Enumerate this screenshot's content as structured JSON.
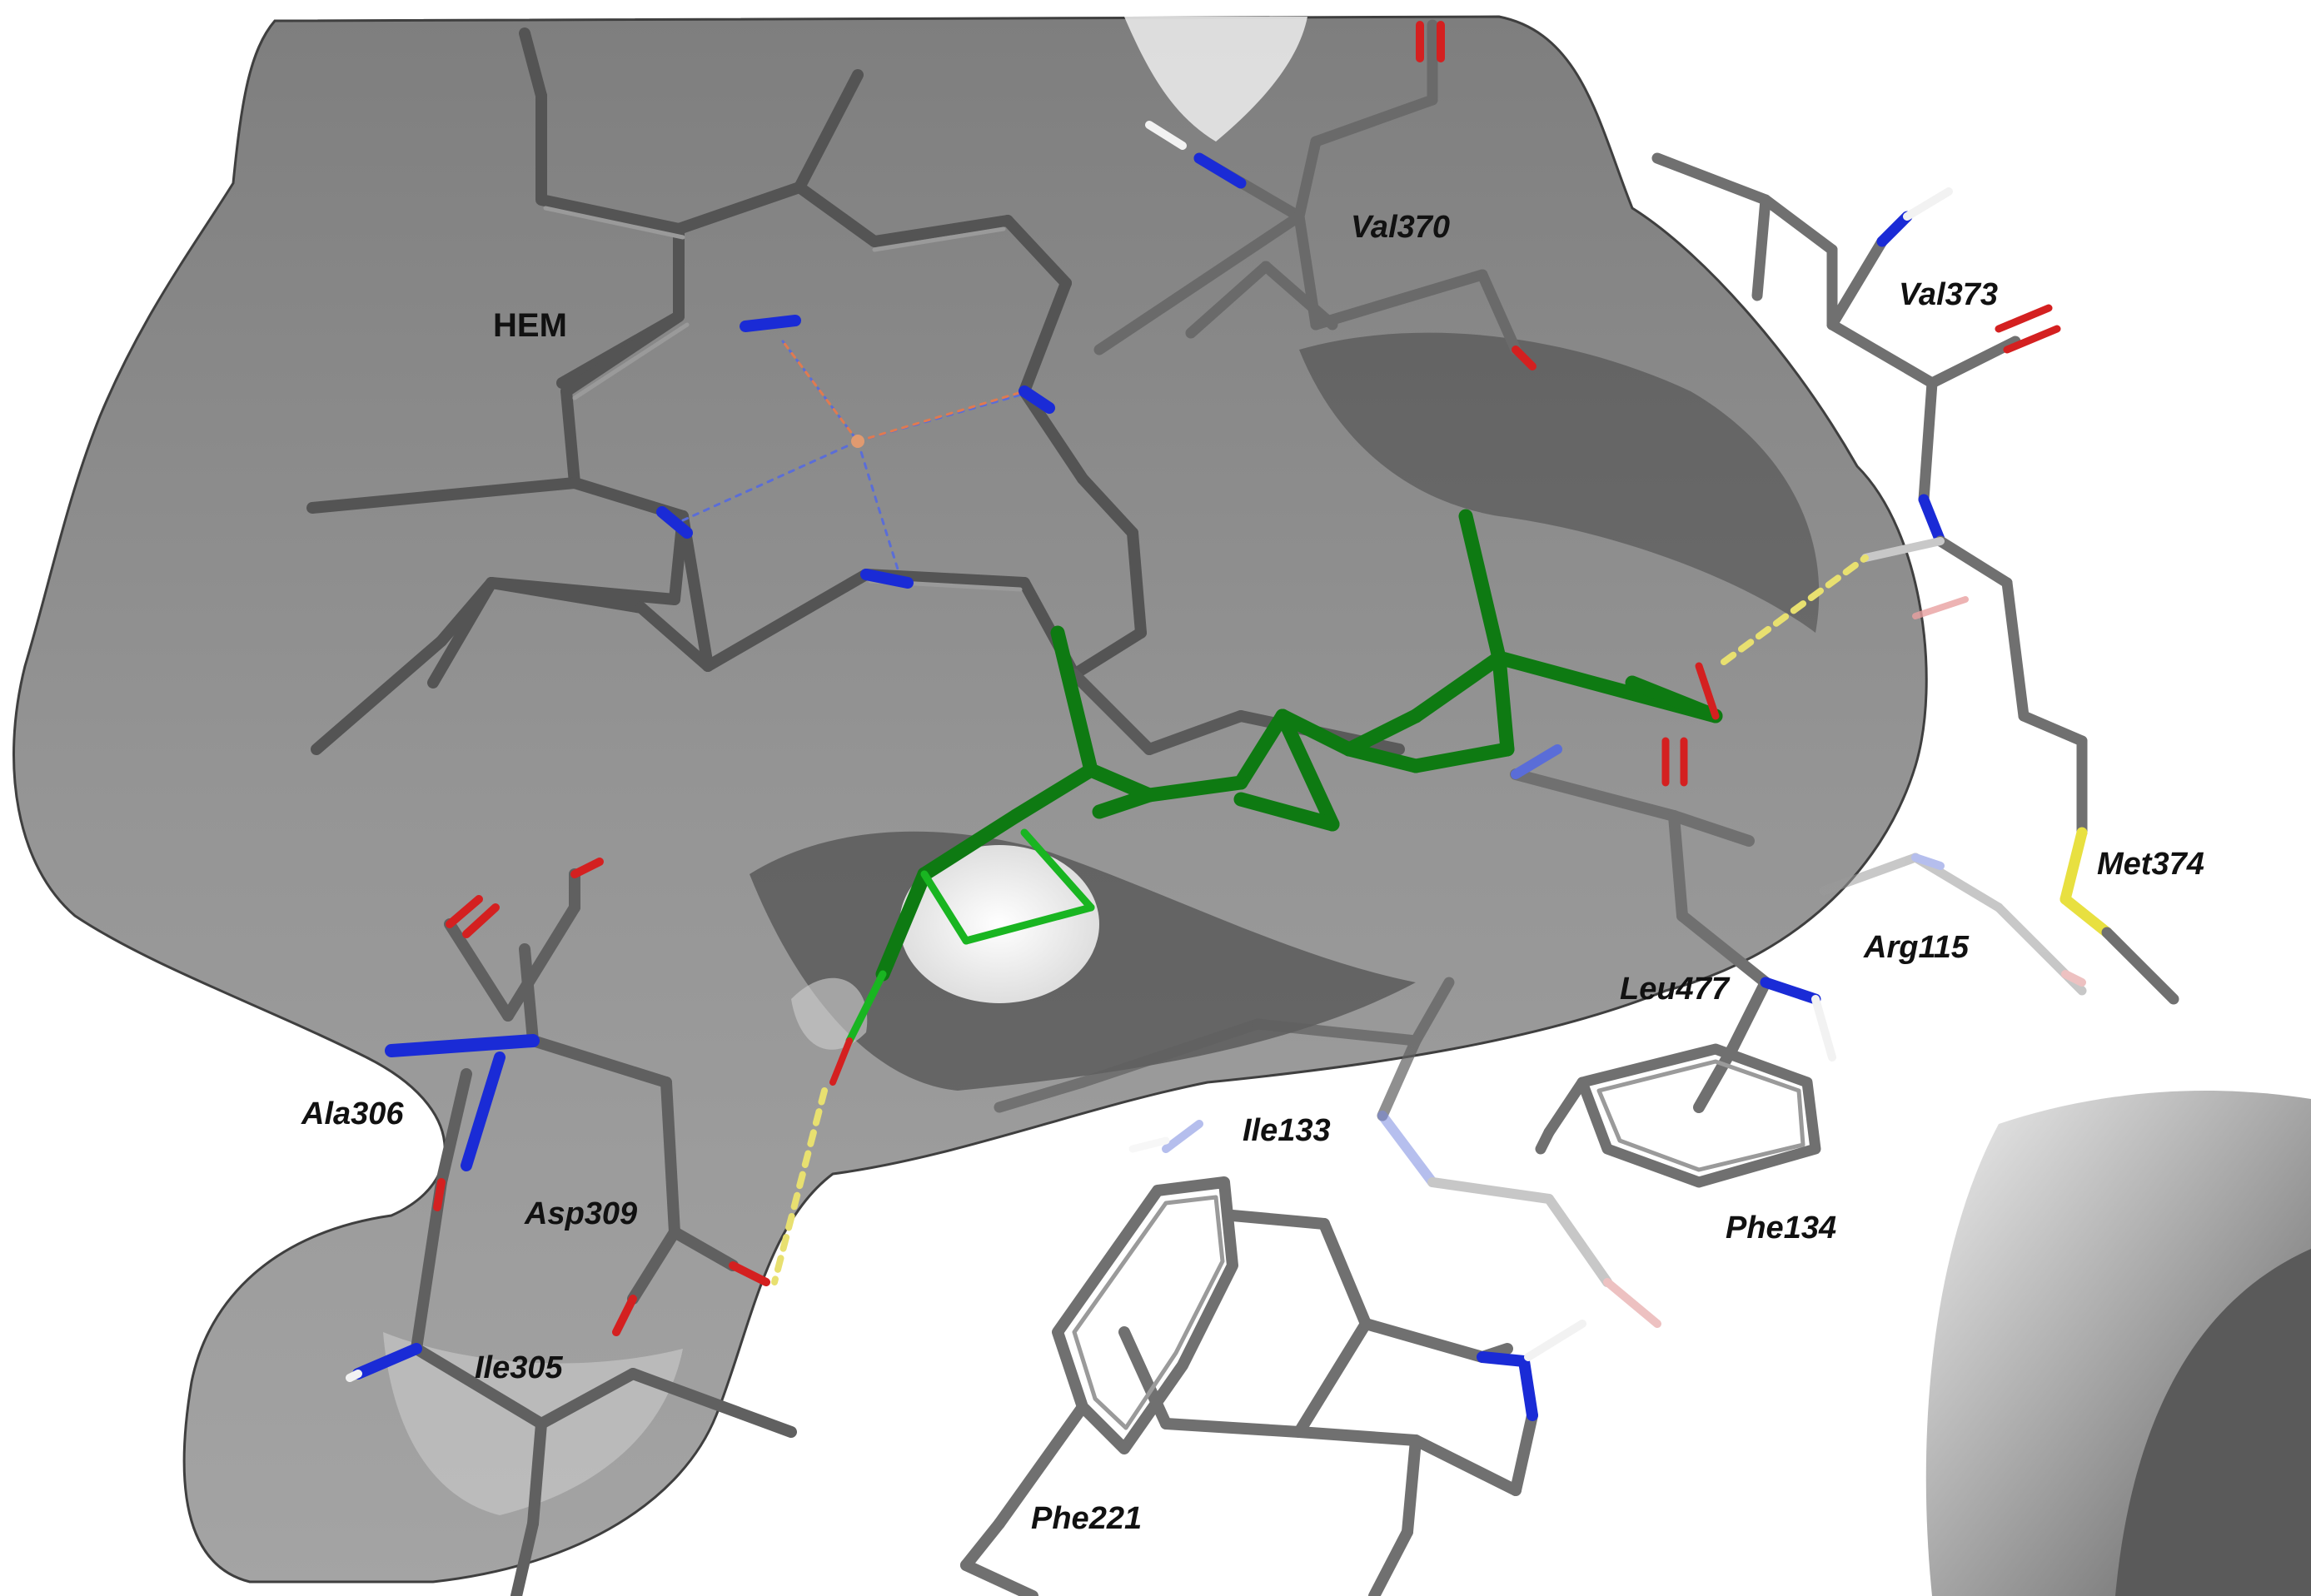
{
  "figure": {
    "colors": {
      "background": "#ffffff",
      "surface": "#4a4a4a",
      "surface_shadow": "#2e2e2e",
      "carbon": "#6a6a6a",
      "carbon_dark": "#4f4f4f",
      "ligand": "#0e7a12",
      "ligand_light": "#19b521",
      "nitrogen": "#1a2bd6",
      "oxygen": "#d42020",
      "sulfur": "#e8e040",
      "hydrogen": "#f2f2f2",
      "hbond": "#e8e070",
      "coordination": "#e07a50",
      "coordination_alt": "#5566dd"
    },
    "labels": {
      "hem": "HEM",
      "val370": "Val370",
      "val373": "Val373",
      "met374": "Met374",
      "arg115": "Arg115",
      "leu477": "Leu477",
      "ile133": "Ile133",
      "phe134": "Phe134",
      "ala306": "Ala306",
      "asp309": "Asp309",
      "ile305": "Ile305",
      "phe221": "Phe221"
    }
  }
}
